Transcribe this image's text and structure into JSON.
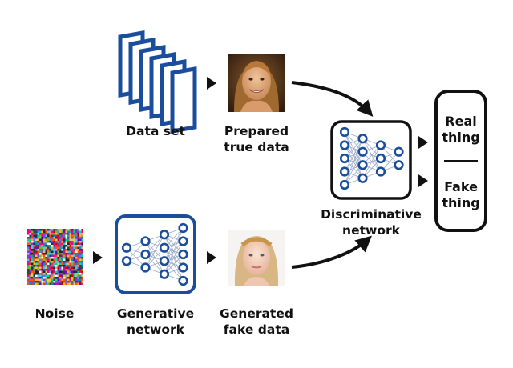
{
  "diagram": {
    "title": "",
    "accent_color": "#1a4e9c",
    "outline_color": "#111111",
    "nodes": {
      "data_set": {
        "label": "Data set",
        "icon": "stacked-documents-icon"
      },
      "prepared_true_data": {
        "label_line1": "Prepared",
        "label_line2": "true data",
        "icon": "female-face-photo-true"
      },
      "noise": {
        "label": "Noise",
        "icon": "random-noise-image"
      },
      "generative_network": {
        "label_line1": "Generative",
        "label_line2": "network",
        "icon": "neural-network-icon"
      },
      "generated_fake_data": {
        "label_line1": "Generated",
        "label_line2": "fake data",
        "icon": "female-face-photo-fake"
      },
      "discriminative_network": {
        "label_line1": "Discriminative",
        "label_line2": "network",
        "icon": "neural-network-icon"
      },
      "output": {
        "real_line1": "Real",
        "real_line2": "thing",
        "fake_line1": "Fake",
        "fake_line2": "thing"
      }
    }
  }
}
